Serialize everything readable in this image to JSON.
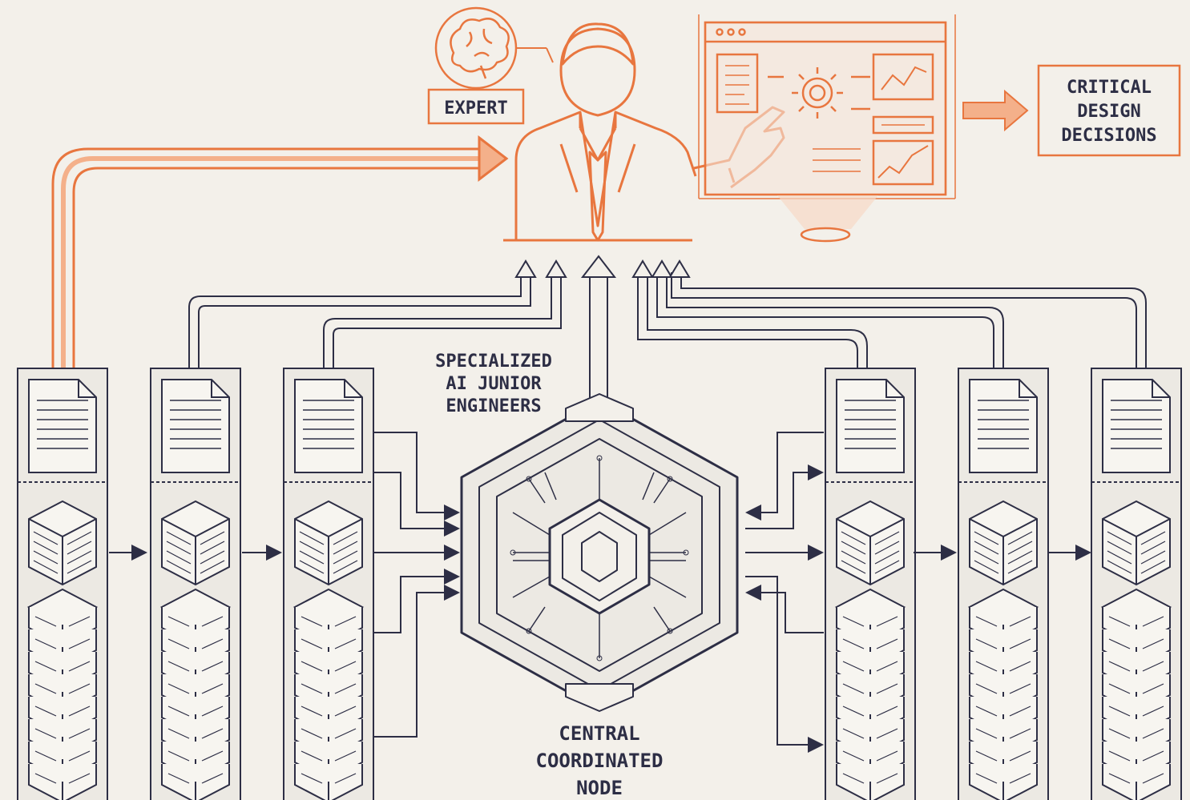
{
  "labels": {
    "expert": "EXPERT",
    "critical_line1": "CRITICAL",
    "critical_line2": "DESIGN",
    "critical_line3": "DECISIONS",
    "specialized_line1": "SPECIALIZED",
    "specialized_line2": "AI JUNIOR",
    "specialized_line3": "ENGINEERS",
    "central_line1": "CENTRAL",
    "central_line2": "COORDINATED",
    "central_line3": "NODE"
  },
  "colors": {
    "accent": "#e8763f",
    "ink": "#2d2e45",
    "background": "#f3f0ea"
  },
  "icons": {
    "expert_brain": "brain-icon",
    "expert_figure": "expert-person-icon",
    "presentation": "presentation-screen-icon",
    "node": "hexagon-circuit-icon",
    "stacks": "server-stack-icon",
    "documents": "document-icon"
  }
}
